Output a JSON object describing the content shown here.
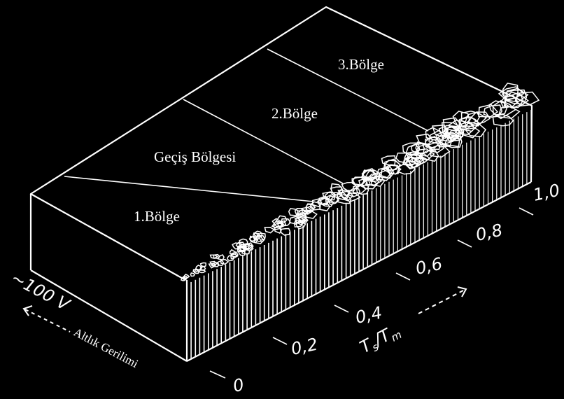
{
  "zones": {
    "zone1": "1.Bölge",
    "transition": "Geçiş Bölgesi",
    "zone2": "2.Bölge",
    "zone3": "3.Bölge"
  },
  "axis": {
    "ticks": [
      "0",
      "0,2",
      "0,4",
      "0,6",
      "0,8",
      "1,0"
    ],
    "title_main": "T",
    "title_s": "s",
    "title_slash": "/",
    "title_T": "T",
    "title_m": "m"
  },
  "bias": {
    "value_label": "~100 V",
    "axis_label": "Altlık Gerilimi"
  },
  "colors": {
    "background": "#000000",
    "lines": "#ffffff"
  }
}
